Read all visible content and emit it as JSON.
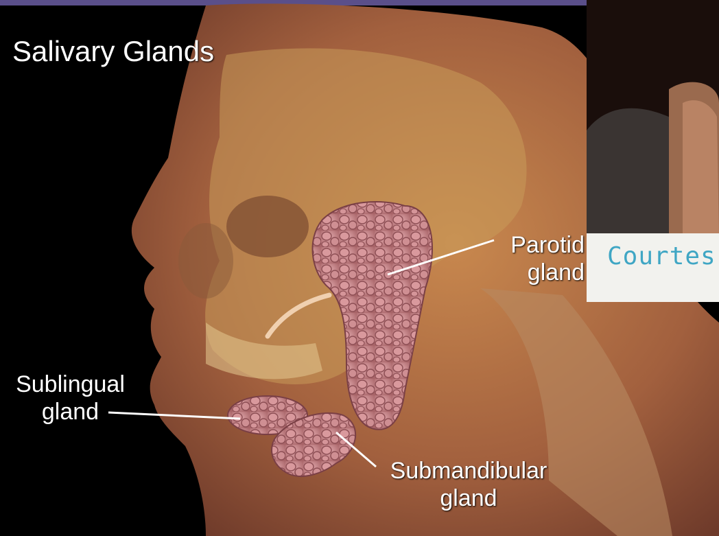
{
  "title": "Salivary Glands",
  "labels": {
    "parotid": [
      "Parotid",
      "gland"
    ],
    "sublingual": [
      "Sublingual",
      "gland"
    ],
    "submandibular": [
      "Submandibular",
      "gland"
    ]
  },
  "inset": {
    "credit_text": "Courtes"
  },
  "colors": {
    "background": "#000000",
    "skin": "#b0704a",
    "bone": "#c89a5a",
    "gland": "#c98a8e",
    "label_text": "#ffffff",
    "credit_text": "#3fa6c4"
  }
}
